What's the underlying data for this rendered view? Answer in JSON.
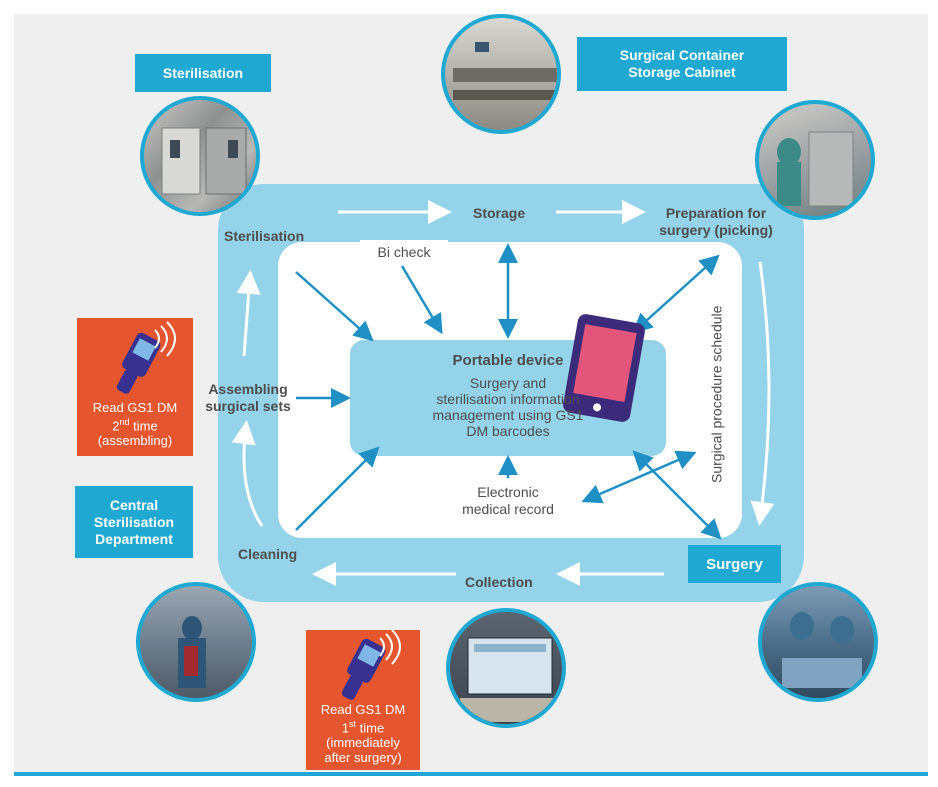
{
  "colors": {
    "accent": "#1ea8d2",
    "ring": "#94d3ea",
    "orange": "#e6562e",
    "arrow": "#1f8fc4",
    "text": "#4d4d4d"
  },
  "tags": {
    "sterilisation": "Sterilisation",
    "cabinet_line1": "Surgical Container",
    "cabinet_line2": "Storage Cabinet",
    "csd_line1": "Central",
    "csd_line2": "Sterilisation",
    "csd_line3": "Department",
    "surgery": "Surgery"
  },
  "steps": {
    "sterilisation": "Sterilisation",
    "storage": "Storage",
    "prep_line1": "Preparation for",
    "prep_line2": "surgery (picking)",
    "assembling_line1": "Assembling",
    "assembling_line2": "surgical sets",
    "cleaning": "Cleaning",
    "collection": "Collection"
  },
  "boxes": {
    "bi_check": "Bi check",
    "emr_line1": "Electronic",
    "emr_line2": "medical record",
    "schedule": "Surgical procedure schedule"
  },
  "core": {
    "title": "Portable device",
    "body_line1": "Surgery and",
    "body_line2": "sterilisation information",
    "body_line3": "management using GS1",
    "body_line4": "DM barcodes"
  },
  "scans": {
    "second": {
      "line1": "Read GS1 DM",
      "ordinal": "2",
      "sup": "nd",
      "rest": " time",
      "line3": "(assembling)"
    },
    "first": {
      "line1": "Read GS1 DM",
      "ordinal": "1",
      "sup": "st",
      "rest": " time",
      "line3": "(immediately",
      "line4": "after surgery)"
    }
  },
  "icons": [
    "barcode-scanner-icon",
    "tablet-icon",
    "arrow-icon"
  ]
}
